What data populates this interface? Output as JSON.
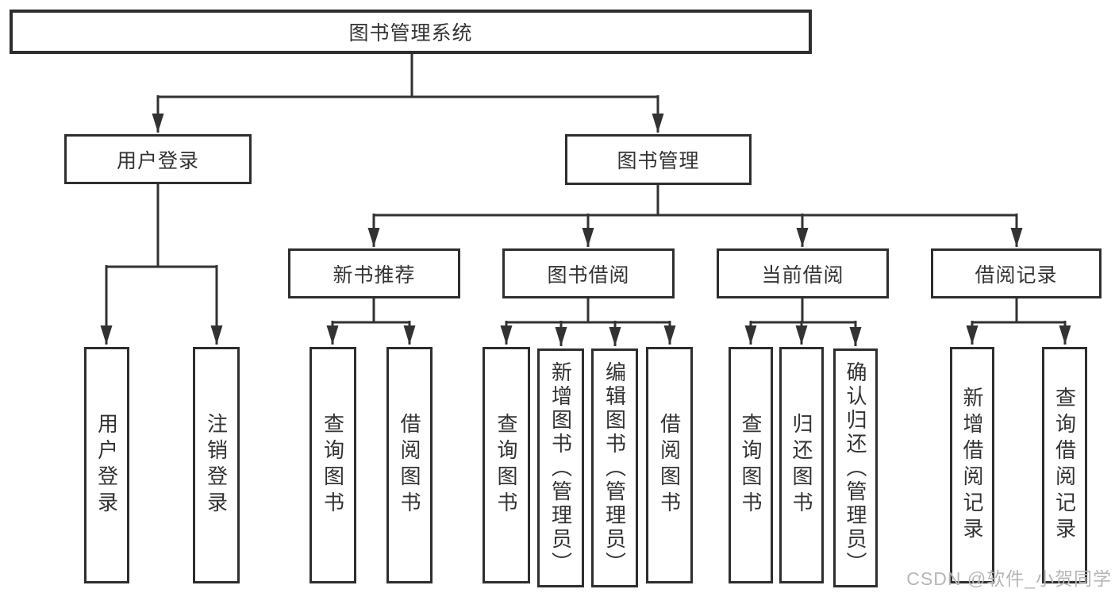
{
  "diagram": {
    "title_node": "图书管理系统",
    "level2": {
      "user_login": "用户登录",
      "book_mgmt": "图书管理"
    },
    "level3": {
      "new_book_rec": "新书推荐",
      "book_borrow": "图书借阅",
      "current_borrow": "当前借阅",
      "borrow_records": "借阅记录"
    },
    "leaves": {
      "user_login": "用户登录",
      "logout": "注销登录",
      "nb_query_book": "查询图书",
      "nb_borrow_book": "借阅图书",
      "bb_query_book": "查询图书",
      "bb_add_book": "新增图书（管理员）",
      "bb_edit_book": "编辑图书（管理员）",
      "bb_borrow_book": "借阅图书",
      "cb_query_book": "查询图书",
      "cb_return_book": "归还图书",
      "cb_confirm_return": "确认归还（管理员）",
      "br_add_record": "新增借阅记录",
      "br_query_record": "查询借阅记录"
    },
    "line_color": "#323232"
  },
  "watermark": {
    "text": "CSDN @软件_小贺同学"
  }
}
